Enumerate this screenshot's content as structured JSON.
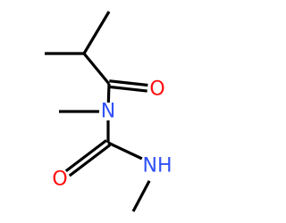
{
  "molecule": {
    "atoms": [
      {
        "id": "c_methyl_top",
        "element": "C",
        "label": ""
      },
      {
        "id": "c_isopropyl_ch",
        "element": "C",
        "label": ""
      },
      {
        "id": "c_methyl_left",
        "element": "C",
        "label": ""
      },
      {
        "id": "c_amide_carbonyl",
        "element": "C",
        "label": ""
      },
      {
        "id": "o_amide",
        "element": "O",
        "label": "O"
      },
      {
        "id": "n_amide",
        "element": "N",
        "label": "N"
      },
      {
        "id": "c_n_methyl",
        "element": "C",
        "label": ""
      },
      {
        "id": "c_urea_carbonyl",
        "element": "C",
        "label": ""
      },
      {
        "id": "o_urea",
        "element": "O",
        "label": "O"
      },
      {
        "id": "n_urea",
        "element": "N",
        "label": "NH"
      },
      {
        "id": "c_nh_methyl",
        "element": "C",
        "label": ""
      }
    ],
    "bonds": [
      {
        "from": "c_methyl_top",
        "to": "c_isopropyl_ch",
        "order": 1
      },
      {
        "from": "c_isopropyl_ch",
        "to": "c_methyl_left",
        "order": 1
      },
      {
        "from": "c_isopropyl_ch",
        "to": "c_amide_carbonyl",
        "order": 1
      },
      {
        "from": "c_amide_carbonyl",
        "to": "o_amide",
        "order": 2
      },
      {
        "from": "c_amide_carbonyl",
        "to": "n_amide",
        "order": 1
      },
      {
        "from": "n_amide",
        "to": "c_n_methyl",
        "order": 1
      },
      {
        "from": "n_amide",
        "to": "c_urea_carbonyl",
        "order": 1
      },
      {
        "from": "c_urea_carbonyl",
        "to": "o_urea",
        "order": 2
      },
      {
        "from": "c_urea_carbonyl",
        "to": "n_urea",
        "order": 1
      },
      {
        "from": "n_urea",
        "to": "c_nh_methyl",
        "order": 1
      }
    ]
  },
  "colors": {
    "bond": "#000000",
    "oxygen": "#ff0d0d",
    "nitrogen": "#3050f8"
  }
}
